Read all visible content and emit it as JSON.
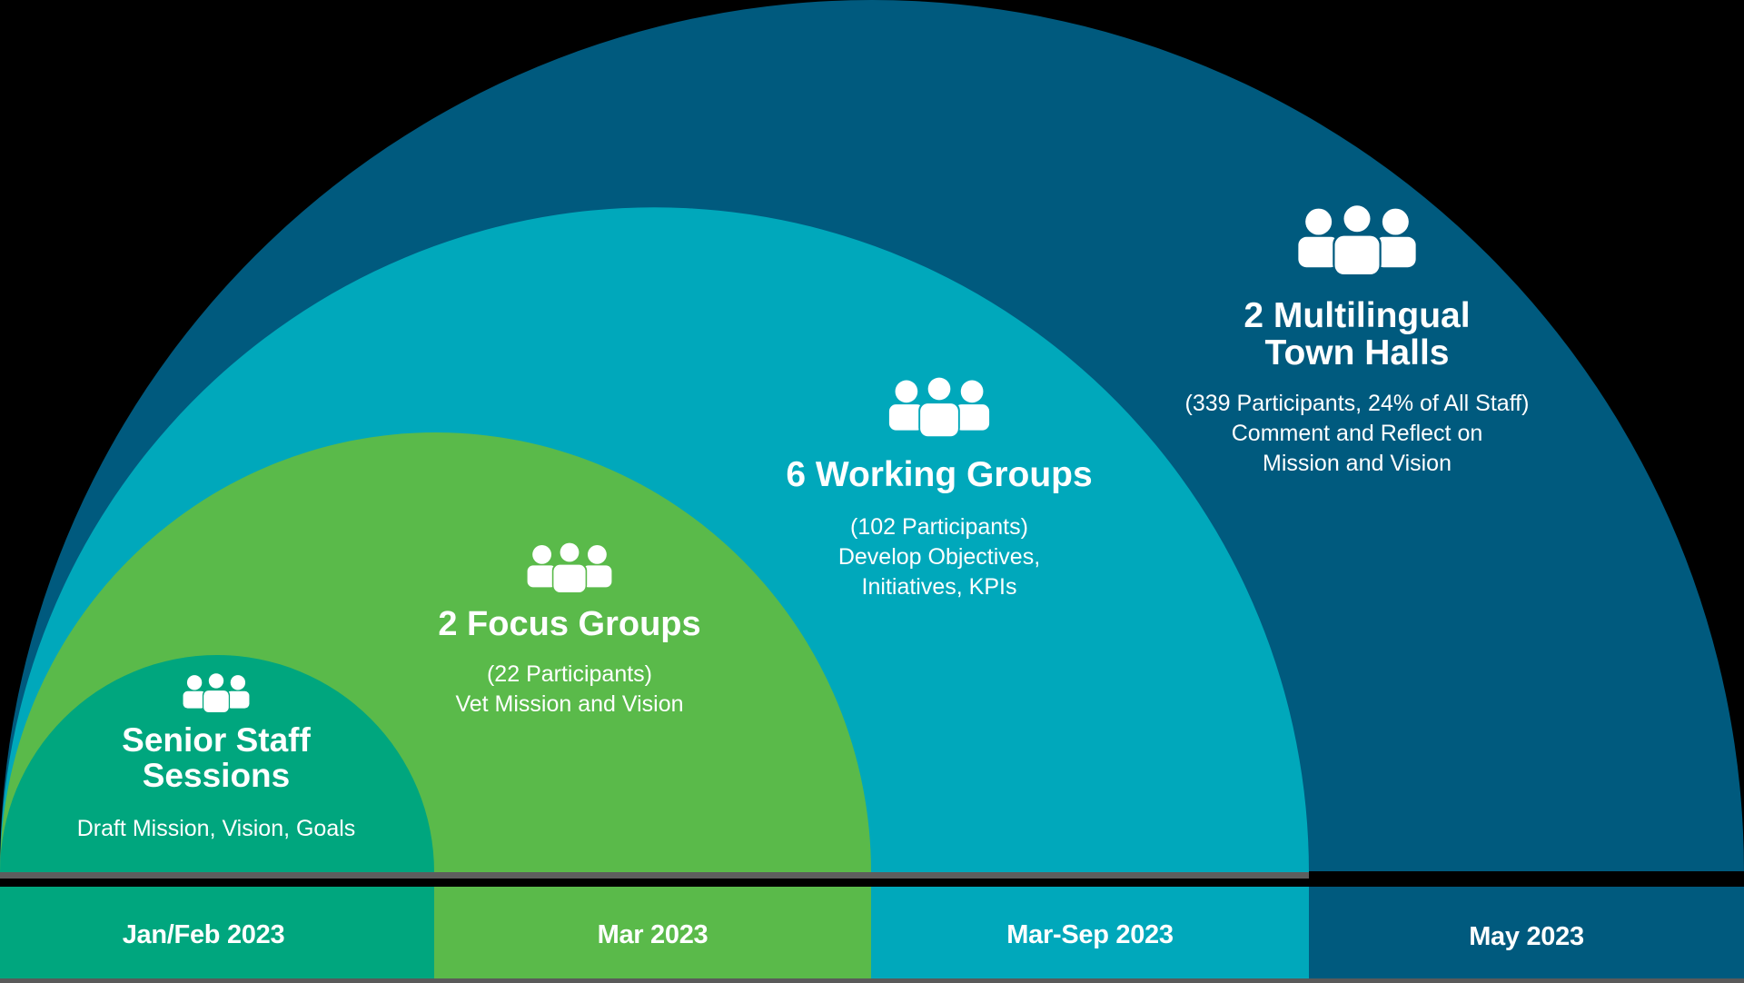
{
  "colors": {
    "senior_staff": "#00a67e",
    "focus_groups": "#5aba4a",
    "working_groups": "#00a8bb",
    "town_halls": "#005a7e",
    "background": "#000000",
    "text": "#ffffff"
  },
  "stages": [
    {
      "id": "senior-staff",
      "icon": "people-group-icon",
      "title_lines": [
        "Senior Staff",
        "Sessions"
      ],
      "desc_lines": [
        "Draft Mission, Vision, Goals"
      ]
    },
    {
      "id": "focus-groups",
      "icon": "people-group-icon",
      "title_lines": [
        "2 Focus Groups"
      ],
      "desc_lines": [
        "(22 Participants)",
        "Vet Mission and Vision"
      ]
    },
    {
      "id": "working-groups",
      "icon": "people-group-icon",
      "title_lines": [
        "6 Working Groups"
      ],
      "desc_lines": [
        "(102 Participants)",
        "Develop Objectives,",
        "Initiatives, KPIs"
      ]
    },
    {
      "id": "town-halls",
      "icon": "people-group-icon",
      "title_lines": [
        "2 Multilingual",
        "Town Halls"
      ],
      "desc_lines": [
        "(339 Participants, 24% of All Staff)",
        "Comment and Reflect on",
        "Mission and Vision"
      ]
    }
  ],
  "timeline": [
    {
      "label": "Jan/Feb 2023",
      "color": "#00a67e"
    },
    {
      "label": "Mar 2023",
      "color": "#5aba4a"
    },
    {
      "label": "Mar-Sep 2023",
      "color": "#00a8bb"
    },
    {
      "label": "May 2023",
      "color": "#005a7e"
    }
  ]
}
